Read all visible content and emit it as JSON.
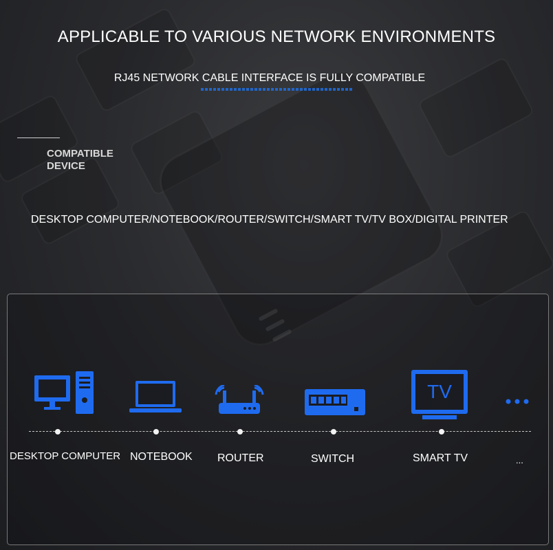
{
  "title": "APPLICABLE TO VARIOUS NETWORK ENVIRONMENTS",
  "subtitle": "RJ45 NETWORK CABLE INTERFACE IS FULLY COMPATIBLE",
  "compatible_label": "COMPATIBLE\nDEVICE",
  "device_list": "DESKTOP COMPUTER/NOTEBOOK/ROUTER/SWITCH/SMART TV/TV BOX/DIGITAL PRINTER",
  "devices": [
    {
      "label": "DESKTOP COMPUTER",
      "icon": "desktop-computer-icon"
    },
    {
      "label": "NOTEBOOK",
      "icon": "notebook-icon"
    },
    {
      "label": "ROUTER",
      "icon": "router-icon"
    },
    {
      "label": "SWITCH",
      "icon": "switch-icon"
    },
    {
      "label": "SMART TV",
      "icon": "smart-tv-icon",
      "icon_text": "TV"
    },
    {
      "label": "...",
      "icon": "more-dots-icon"
    }
  ],
  "colors": {
    "accent": "#1f6bf0",
    "text": "#ffffff",
    "background": "#2a2b2e"
  }
}
